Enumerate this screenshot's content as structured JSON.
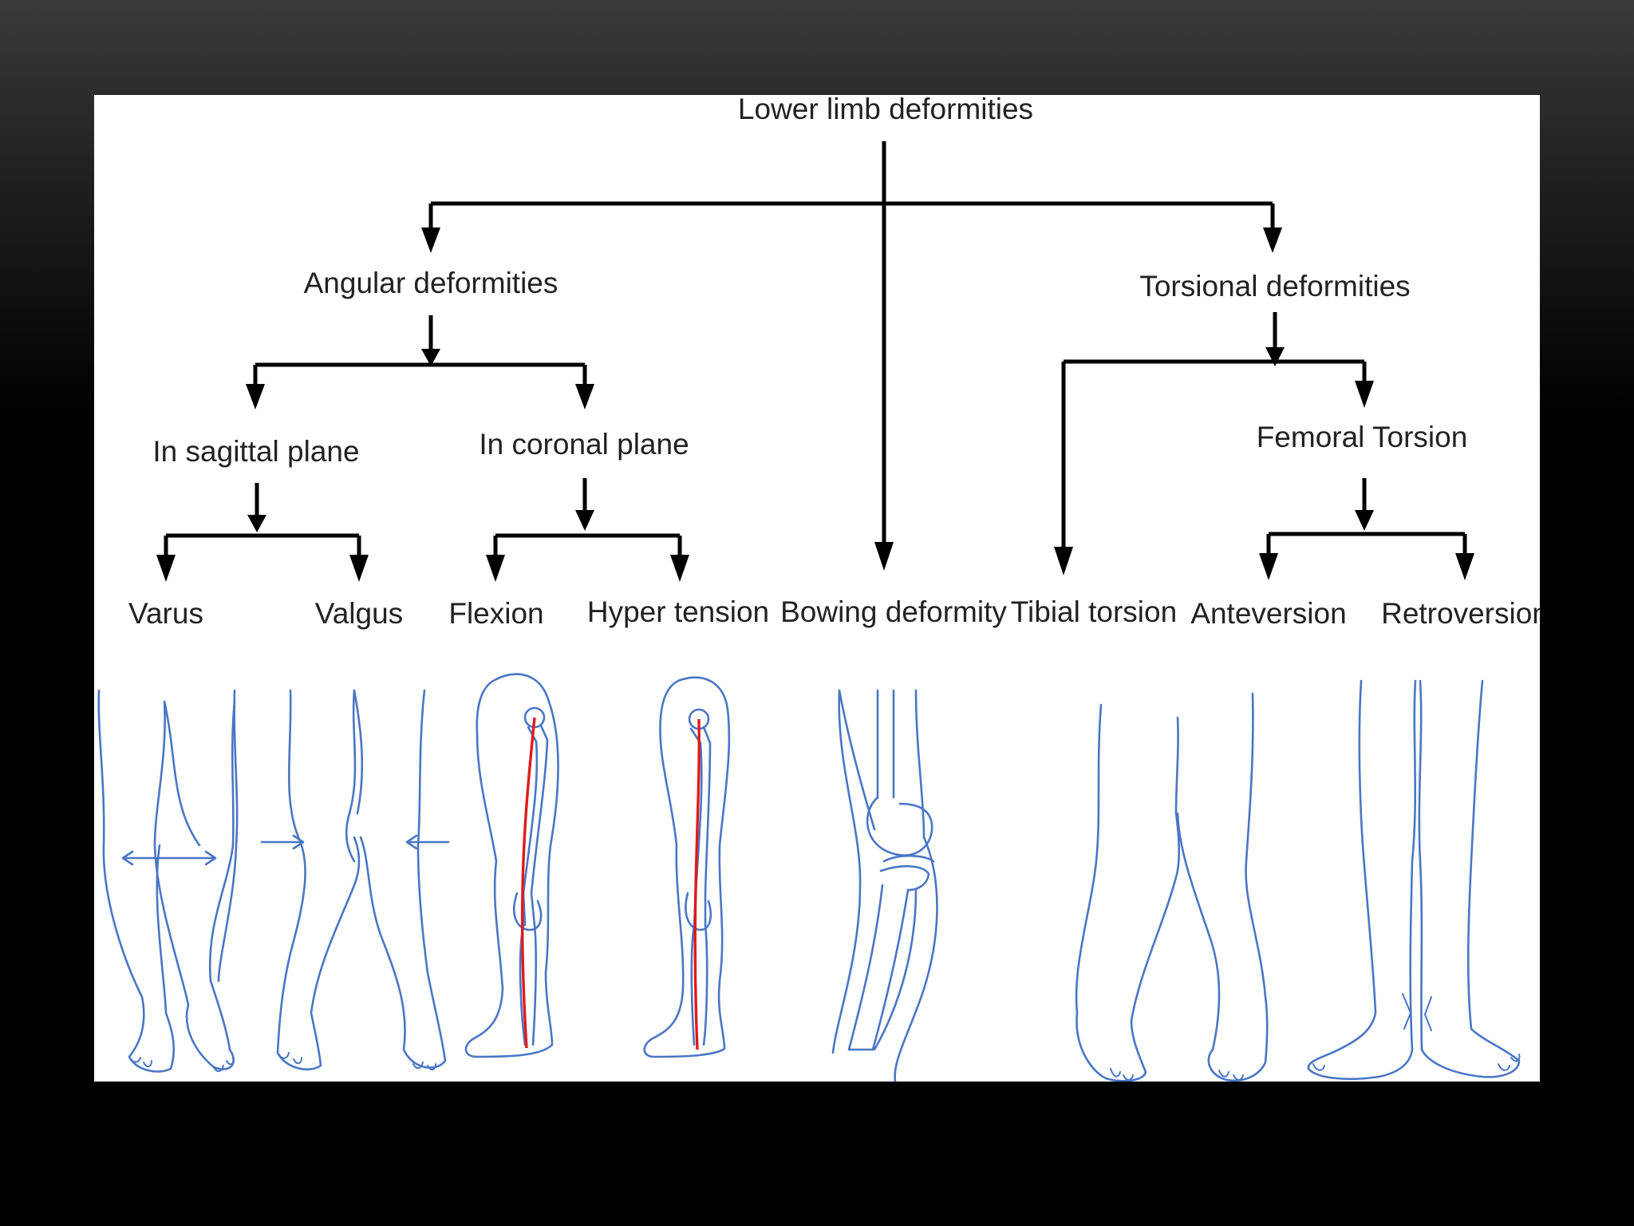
{
  "diagram": {
    "root": "Lower limb deformities",
    "angular": {
      "label": "Angular deformities",
      "sagittal": {
        "label": "In sagittal plane",
        "children": [
          "Varus",
          "Valgus"
        ]
      },
      "coronal": {
        "label": "In coronal plane",
        "children": [
          "Flexion",
          "Hyper tension"
        ]
      }
    },
    "bowing": "Bowing deformity",
    "torsional": {
      "label": "Torsional deformities",
      "tibial": "Tibial torsion",
      "femoral": {
        "label": "Femoral Torsion",
        "children": [
          "Anteversion",
          "Retroversion"
        ]
      }
    }
  },
  "colors": {
    "connector": "#000000",
    "illustration": "#4a76c4",
    "mechanical_axis": "#e01a1a",
    "panel": "#ffffff"
  }
}
